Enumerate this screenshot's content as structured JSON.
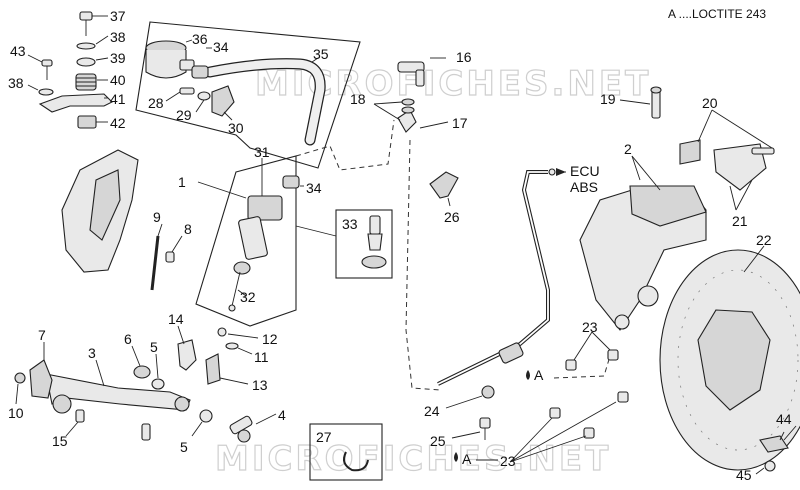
{
  "legend": "A ....LOCTITE 243",
  "watermark": "MICROFICHES.NET",
  "callouts": {
    "c1": "1",
    "c2": "2",
    "c3": "3",
    "c4": "4",
    "c5a": "5",
    "c5b": "5",
    "c6": "6",
    "c7": "7",
    "c8": "8",
    "c9": "9",
    "c10": "10",
    "c11": "11",
    "c12": "12",
    "c13": "13",
    "c14": "14",
    "c15": "15",
    "c16": "16",
    "c17": "17",
    "c18": "18",
    "c19": "19",
    "c20": "20",
    "c21": "21",
    "c22": "22",
    "c23a": "23",
    "c23b": "23",
    "c24": "24",
    "c25": "25",
    "c26": "26",
    "c27": "27",
    "c28": "28",
    "c29": "29",
    "c30": "30",
    "c31": "31",
    "c32": "32",
    "c33": "33",
    "c34a": "34",
    "c34b": "34",
    "c35": "35",
    "c36": "36",
    "c37": "37",
    "c38a": "38",
    "c38b": "38",
    "c39": "39",
    "c40": "40",
    "c41": "41",
    "c42": "42",
    "c43": "43",
    "c44": "44",
    "c45": "45"
  },
  "labels": {
    "ecu": "ECU",
    "abs": "ABS",
    "loctite_a1": "A",
    "loctite_a2": "A"
  }
}
